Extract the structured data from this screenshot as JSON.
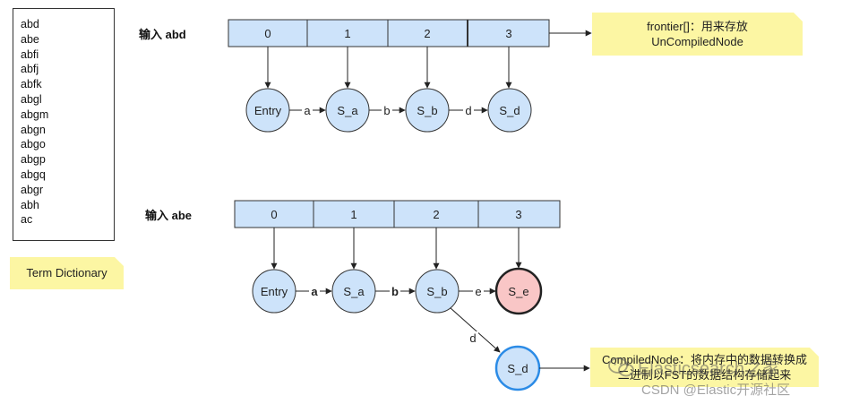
{
  "term_dictionary": {
    "terms": [
      "abd",
      "abe",
      "abfi",
      "abfj",
      "abfk",
      "abgl",
      "abgm",
      "abgn",
      "abgo",
      "abgp",
      "abgq",
      "abgr",
      "abh",
      "ac"
    ],
    "label": "Term Dictionary"
  },
  "top": {
    "input_label": "输入 abd",
    "cells": [
      "0",
      "1",
      "2",
      "3"
    ],
    "nodes": [
      "Entry",
      "S_a",
      "S_b",
      "S_d"
    ],
    "edges": [
      "a",
      "b",
      "d"
    ],
    "note": [
      "frontier[]：用来存放",
      "UnCompiledNode"
    ]
  },
  "bottom": {
    "input_label": "输入 abe",
    "cells": [
      "0",
      "1",
      "2",
      "3"
    ],
    "nodes": [
      "Entry",
      "S_a",
      "S_b",
      "S_e"
    ],
    "edges": [
      "a",
      "b",
      "e"
    ],
    "branch_edge": "d",
    "branch_node": "S_d",
    "note": [
      "CompiledNode：将内存中的数据转换成",
      "二进制以FST的数据结构存储起来"
    ]
  },
  "watermark": {
    "line1": "Elasticsearch之家",
    "line2": "CSDN @Elastic开源社区"
  },
  "colors": {
    "cell_fill": "#cde3fa",
    "node_fill": "#cde3fa",
    "highlight_node_fill": "#f9c6c6",
    "compiled_node_fill": "#cde3fa",
    "compiled_node_stroke": "#2b8be6",
    "note_fill": "#fcf6a3"
  }
}
